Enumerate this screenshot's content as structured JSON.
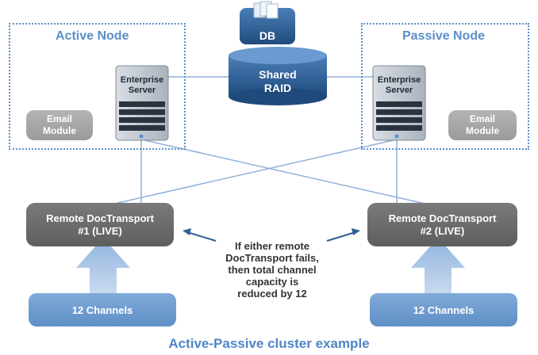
{
  "active_node": {
    "title": "Active Node",
    "server_label": [
      "Enterprise",
      "Server"
    ],
    "email_module": [
      "Email",
      "Module"
    ]
  },
  "passive_node": {
    "title": "Passive Node",
    "server_label": [
      "Enterprise",
      "Server"
    ],
    "email_module": [
      "Email",
      "Module"
    ]
  },
  "db": {
    "label": "DB"
  },
  "raid": {
    "label": [
      "Shared",
      "RAID"
    ]
  },
  "remote_1": {
    "label": [
      "Remote DocTransport",
      "#1 (LIVE)"
    ]
  },
  "remote_2": {
    "label": [
      "Remote DocTransport",
      "#2 (LIVE)"
    ]
  },
  "channels_1": {
    "label": "12 Channels"
  },
  "channels_2": {
    "label": "12 Channels"
  },
  "note": [
    "If either remote",
    "DocTransport fails,",
    "then total channel",
    "capacity is",
    "reduced by 12"
  ],
  "caption": "Active-Passive cluster example",
  "colors": {
    "accent_blue": "#5b8fc9",
    "raid_blue": "#2f5f93",
    "server_dark": "#2a3440",
    "remote_gray": "#6b6b6b",
    "email_gray": "#a8a8a8",
    "channel_blue": "#6e9bcf"
  }
}
